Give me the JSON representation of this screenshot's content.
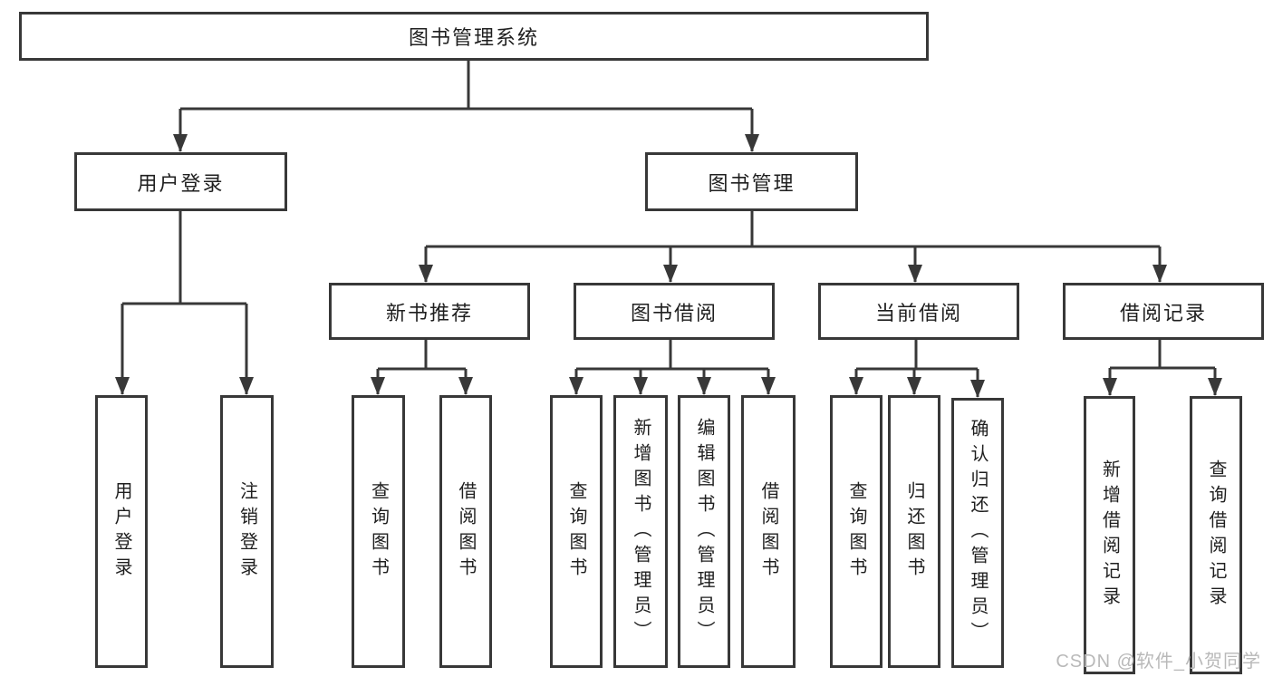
{
  "diagram_title": "图书管理系统",
  "colors": {
    "line": "#383838",
    "text": "#1f1f1f",
    "background": "#ffffff",
    "watermark": "#b9b9b9"
  },
  "watermark": {
    "text": "CSDN @软件_小贺同学"
  },
  "tree": {
    "root": {
      "label": "图书管理系统",
      "children": [
        {
          "label": "用户登录",
          "children": [
            {
              "label": "用户登录"
            },
            {
              "label": "注销登录"
            }
          ]
        },
        {
          "label": "图书管理",
          "children": [
            {
              "label": "新书推荐",
              "children": [
                {
                  "label": "查询图书"
                },
                {
                  "label": "借阅图书"
                }
              ]
            },
            {
              "label": "图书借阅",
              "children": [
                {
                  "label": "查询图书"
                },
                {
                  "label": "新增图书（管理员）"
                },
                {
                  "label": "编辑图书（管理员）"
                },
                {
                  "label": "借阅图书"
                }
              ]
            },
            {
              "label": "当前借阅",
              "children": [
                {
                  "label": "查询图书"
                },
                {
                  "label": "归还图书"
                },
                {
                  "label": "确认归还（管理员）"
                }
              ]
            },
            {
              "label": "借阅记录",
              "children": [
                {
                  "label": "新增借阅记录"
                },
                {
                  "label": "查询借阅记录"
                }
              ]
            }
          ]
        }
      ]
    }
  }
}
